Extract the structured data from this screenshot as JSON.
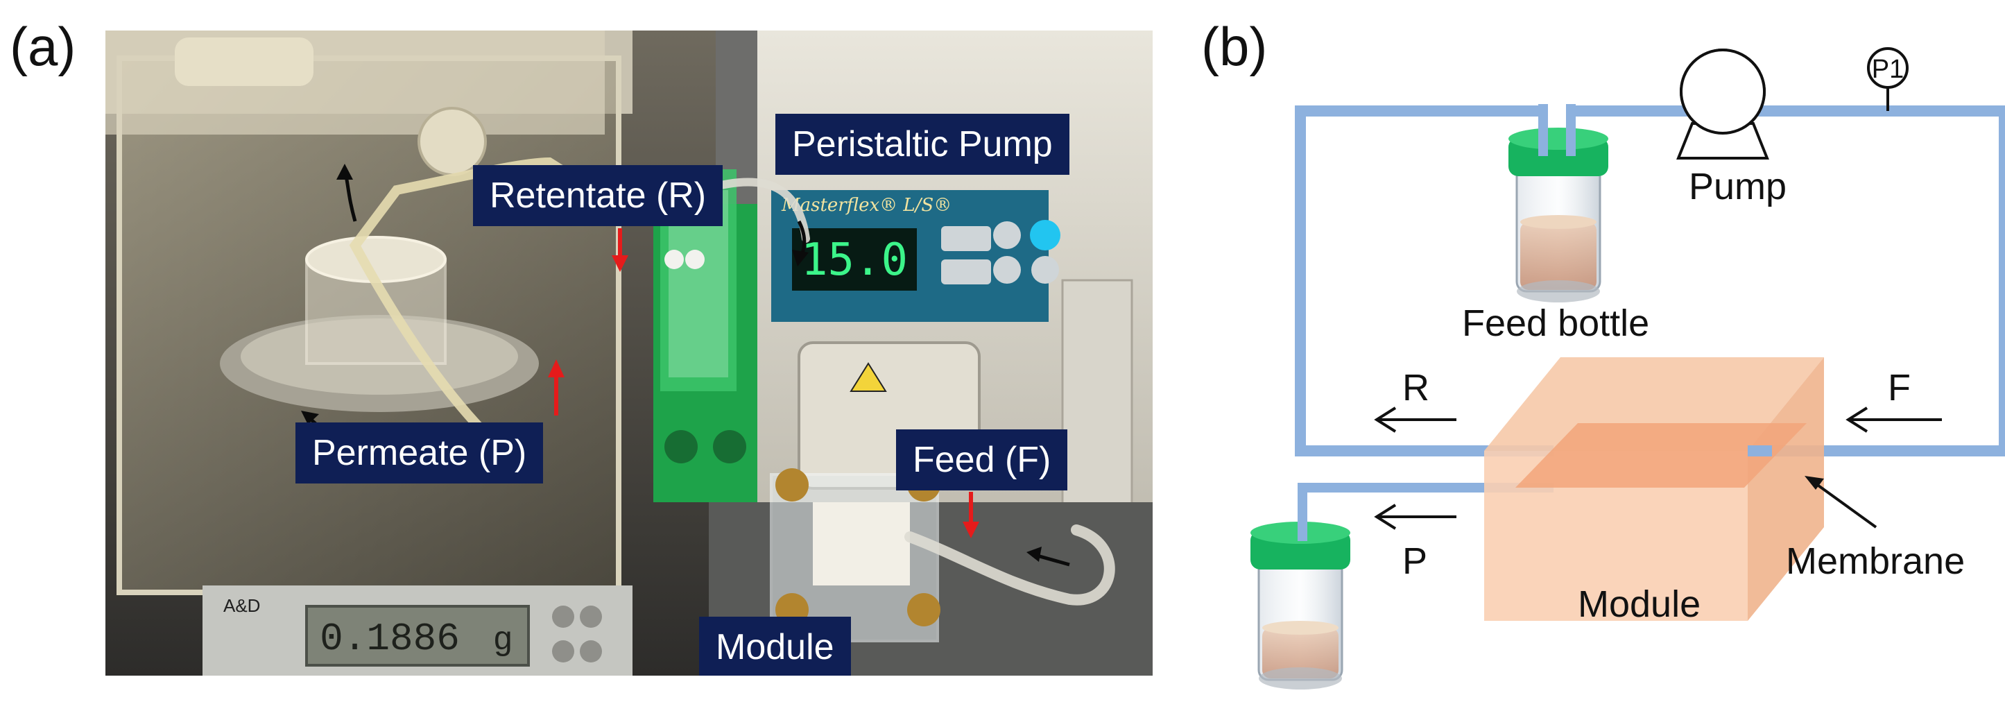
{
  "panel_a": {
    "letter": "(a)",
    "labels": {
      "retentate": "Retentate (R)",
      "permeate": "Permeate (P)",
      "pump": "Peristaltic Pump",
      "feed": "Feed (F)",
      "module": "Module"
    },
    "pump_display": "15.0",
    "scale_display": "0.1886",
    "scale_unit": "g",
    "pump_brand": "Masterflex® L/S®",
    "scale_brand": "A&D"
  },
  "panel_b": {
    "letter": "(b)",
    "labels": {
      "pump": "Pump",
      "gauge": "P1",
      "feed_bottle": "Feed bottle",
      "retentate": "R",
      "feed": "F",
      "permeate": "P",
      "membrane": "Membrane",
      "module": "Module"
    }
  },
  "colors": {
    "tubing": "#8db1de",
    "cap": "#17b35f",
    "module": "#f7c3a0",
    "callout_bg": "#0f1f55",
    "red_arrow": "#e51b1b"
  }
}
